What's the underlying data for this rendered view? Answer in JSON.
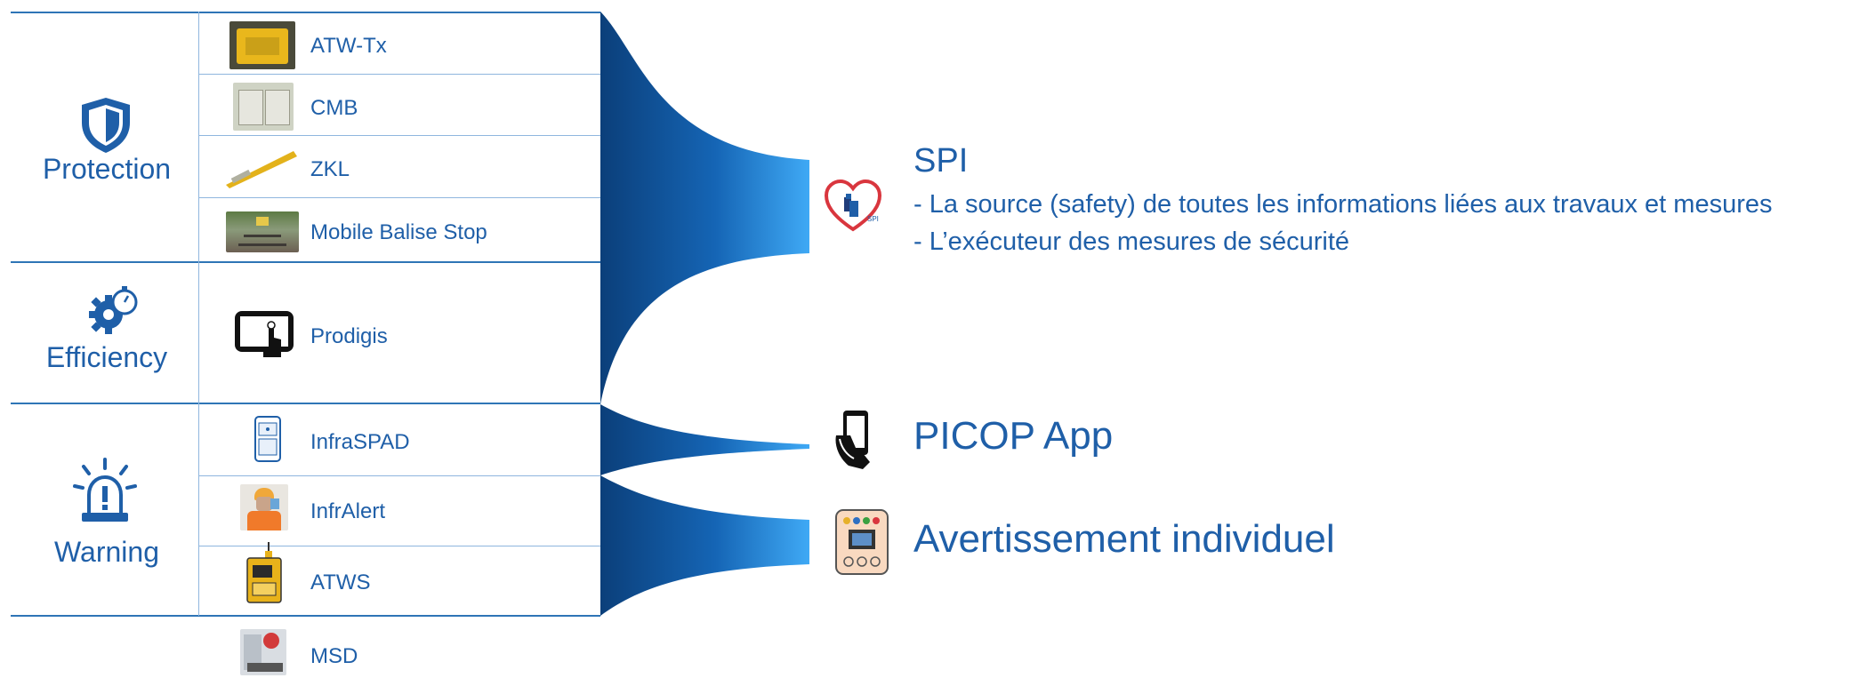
{
  "categories": [
    {
      "label": "Protection",
      "icon": "shield-icon"
    },
    {
      "label": "Efficiency",
      "icon": "gear-stopwatch-icon"
    },
    {
      "label": "Warning",
      "icon": "alarm-siren-icon"
    }
  ],
  "items": [
    {
      "label": "ATW-Tx",
      "icon": "atw-tx-device-photo"
    },
    {
      "label": "CMB",
      "icon": "cmb-device-photo"
    },
    {
      "label": "ZKL",
      "icon": "zkl-device-photo"
    },
    {
      "label": "Mobile Balise Stop",
      "icon": "track-balise-photo"
    },
    {
      "label": "Prodigis",
      "icon": "tablet-touch-icon"
    },
    {
      "label": "InfraSPAD",
      "icon": "phone-app-icon"
    },
    {
      "label": "InfrAlert",
      "icon": "worker-photo"
    },
    {
      "label": "ATWS",
      "icon": "atws-device-photo"
    },
    {
      "label": "MSD",
      "icon": "msd-photo"
    }
  ],
  "targets": {
    "spi": {
      "title": "SPI",
      "icon": "heart-shield-icon",
      "icon_caption": "SPI",
      "lines": [
        "- La source (safety) de toutes les informations liées aux travaux et mesures",
        "- L’exécuteur des mesures de sécurité"
      ]
    },
    "picop": {
      "title": "PICOP App",
      "icon": "hand-phone-icon"
    },
    "avertissement": {
      "title": "Avertissement individuel",
      "icon": "warning-device-icon"
    }
  },
  "colors": {
    "accent": "#1f5fa8",
    "line": "#2e75b6",
    "funnel_dark": "#0b3f7a",
    "funnel_light": "#3fa9f5"
  }
}
